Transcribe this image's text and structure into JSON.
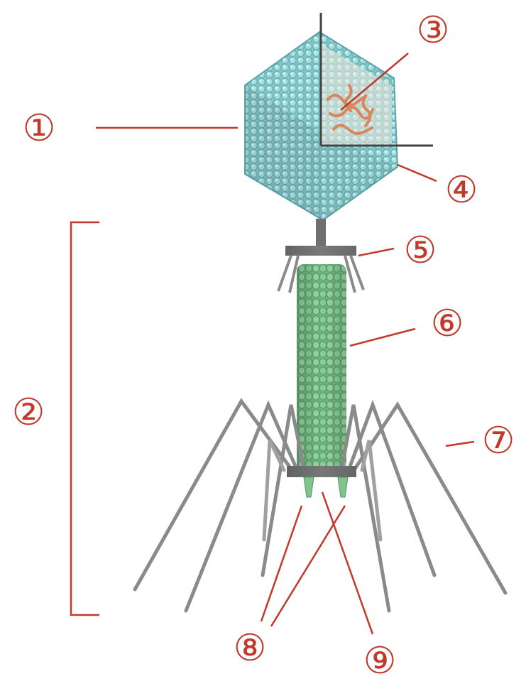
{
  "labels": {
    "capsid": "①",
    "tail_region": "②",
    "nucleic_acid": "③",
    "vertex": "④",
    "collar": "⑤",
    "sheath": "⑥",
    "tail_fibers": "⑦",
    "tail_pins": "⑧",
    "base_plate": "⑨"
  },
  "colors": {
    "label": "#c0392b",
    "capsid": "#8ccfd0",
    "sheath": "#7fc38d",
    "dna": "#d9865a",
    "fiber": "#8a8a8a"
  }
}
